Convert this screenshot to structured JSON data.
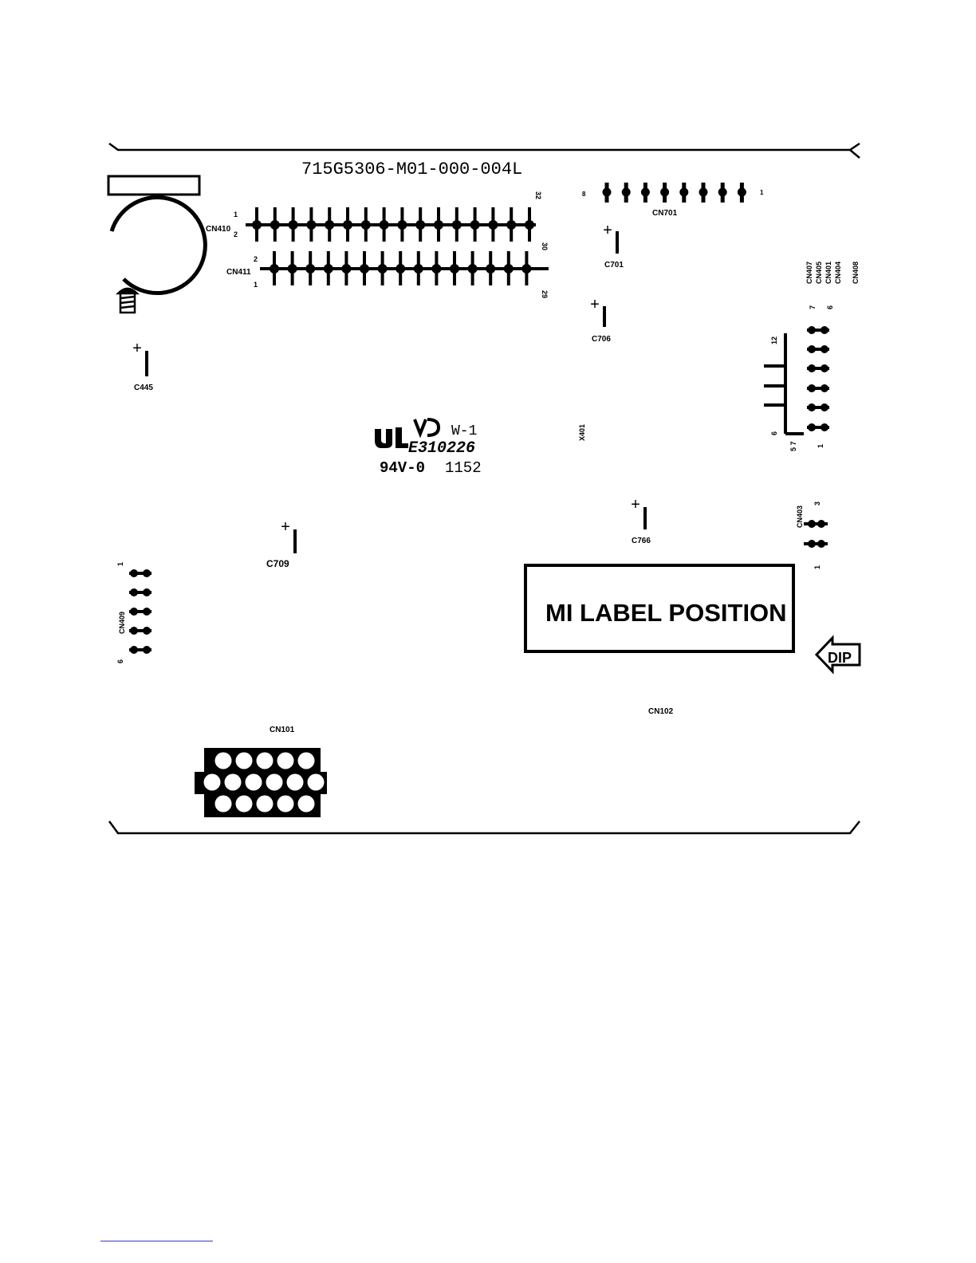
{
  "board": {
    "part_number": "715G5306-M01-000-004L",
    "ul_mark": {
      "file_number": "E310226",
      "rating": "94V-0",
      "rev": "W-1",
      "date_code": "1152"
    },
    "label_box": "MI LABEL POSITION",
    "dip_arrow": "DIP"
  },
  "connectors": {
    "cn410": {
      "name": "CN410",
      "pin_start": "1",
      "pin_second": "2",
      "pin_end": "32"
    },
    "cn411": {
      "name": "CN411",
      "pin_start": "1",
      "pin_second": "2",
      "pin_end": "30",
      "pin_end_b": "29"
    },
    "cn701": {
      "name": "CN701",
      "pin_start": "1",
      "pin_end": "8"
    },
    "cn_right_group": [
      "CN407",
      "CN405",
      "CN401",
      "CN404",
      "CN408"
    ],
    "cn_right_pins": {
      "top_a": "7",
      "top_b": "6",
      "left_top": "12",
      "left_bottom": "6",
      "bottom_a": "5 7",
      "bottom_b": "1"
    },
    "cn403": {
      "name": "CN403",
      "pin_start": "1",
      "pin_end": "3"
    },
    "cn409": {
      "name": "CN409",
      "pin_start": "1",
      "pin_end": "6"
    },
    "cn101": {
      "name": "CN101"
    },
    "cn102": {
      "name": "CN102"
    }
  },
  "components": {
    "c701": "C701",
    "c706": "C706",
    "c445": "C445",
    "c709": "C709",
    "c766": "C766",
    "x401": "X401"
  },
  "plus": "+"
}
